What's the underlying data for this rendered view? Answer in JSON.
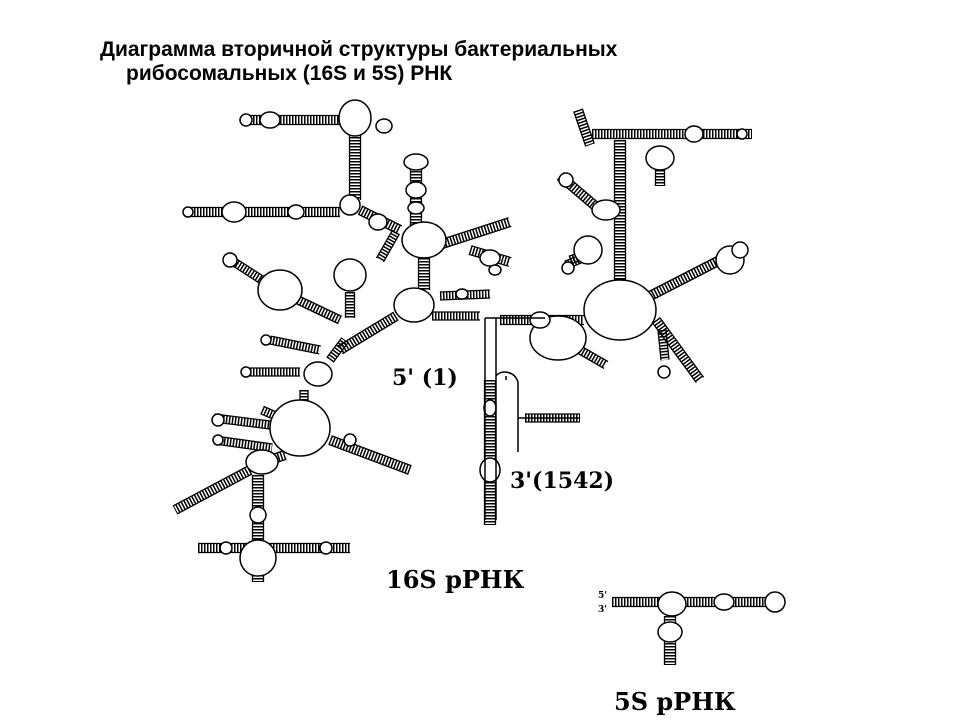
{
  "title": {
    "line1": "Диаграмма вторичной структуры бактериальных",
    "line2": "рибосомальных (16S и 5S) РНК"
  },
  "labels": {
    "five_prime": "5' (1)",
    "three_prime": "3'(1542)",
    "rrna_16s": "16S рРНК",
    "rrna_5s": "5S рРНК",
    "five_s_5": "5'",
    "five_s_3": "3'"
  }
}
